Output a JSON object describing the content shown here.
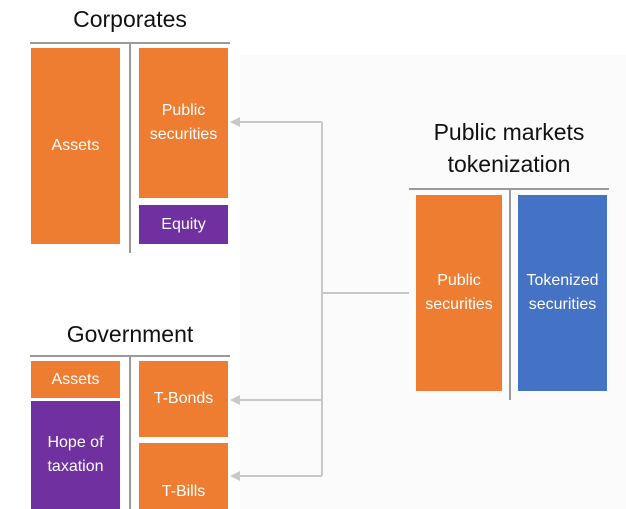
{
  "colors": {
    "assets": "#ee7d31",
    "equity": "#7030a0",
    "tokenized": "#4472c4",
    "connector": "#c8c8c8"
  },
  "corporates": {
    "title": "Corporates",
    "assets_label": "Assets",
    "securities_label": "Public securities",
    "equity_label": "Equity"
  },
  "government": {
    "title": "Government",
    "assets_label": "Assets",
    "taxation_label": "Hope of taxation",
    "tbonds_label": "T-Bonds",
    "tbills_label": "T-Bills"
  },
  "tokenization": {
    "title": "Public markets tokenization",
    "public_label": "Public securities",
    "tokenized_label": "Tokenized securities"
  }
}
